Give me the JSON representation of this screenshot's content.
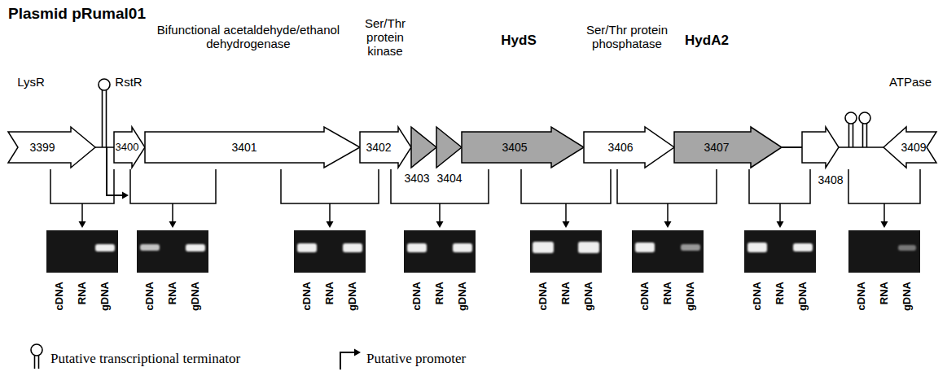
{
  "diagram": {
    "title": "Plasmid pRumal01",
    "nodes": [
      {
        "text": [
          "LysR",
          "3399"
        ]
      },
      {
        "text": [
          "RstR",
          "3400"
        ]
      },
      {
        "text": [
          "Bifunctional acetaldehyde/ethanol dehydrogenase",
          "3401"
        ]
      },
      {
        "text": [
          "Ser/Thr protein kinase",
          "3402"
        ]
      },
      {
        "text": [
          "3403"
        ]
      },
      {
        "text": [
          "3404"
        ]
      },
      {
        "text": [
          "HydS",
          "3405"
        ]
      },
      {
        "text": [
          "Ser/Thr protein phosphatase",
          "3406"
        ]
      },
      {
        "text": [
          "HydA2",
          "3407"
        ]
      },
      {
        "text": [
          "3408"
        ]
      },
      {
        "text": [
          "ATPase",
          "3409"
        ]
      }
    ],
    "labels": [
      "cDNA",
      "RNA",
      "gDNA",
      "cDNA",
      "RNA",
      "gDNA",
      "cDNA",
      "RNA",
      "gDNA",
      "cDNA",
      "RNA",
      "gDNA",
      "cDNA",
      "RNA",
      "gDNA",
      "cDNA",
      "RNA",
      "gDNA",
      "cDNA",
      "RNA",
      "gDNA",
      "cDNA",
      "RNA",
      "gDNA"
    ],
    "legend": [
      {
        "text": "Putative transcriptional terminator"
      },
      {
        "text": "Putative promoter"
      }
    ]
  }
}
